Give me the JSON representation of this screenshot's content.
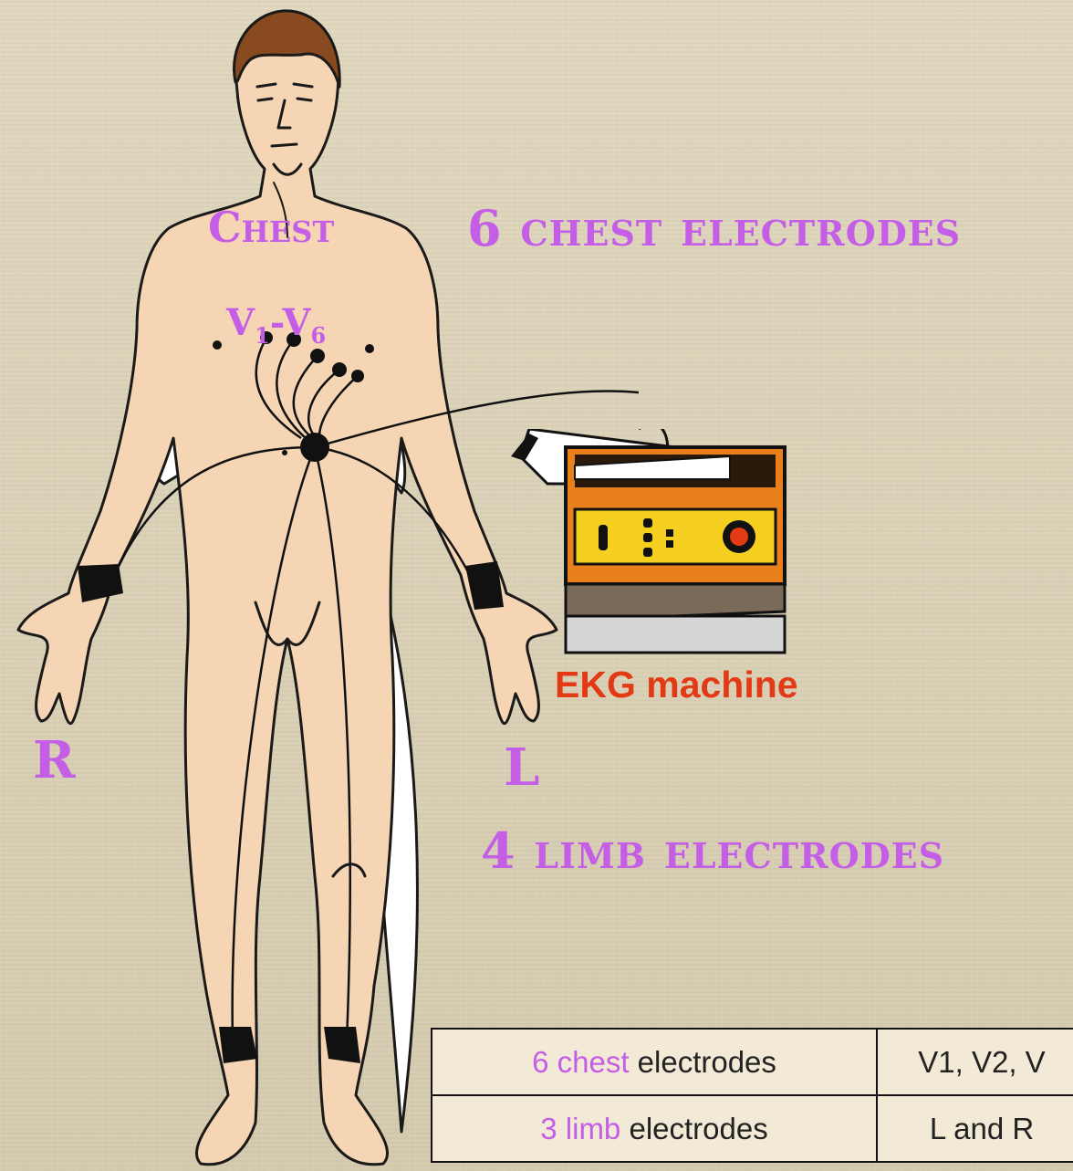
{
  "labels": {
    "chest_heading": "6 chest electrodes",
    "limb_heading": "4 limb electrodes",
    "chest": "Chest",
    "chest_leads": {
      "v": "V",
      "sub1": "1",
      "dash": "-",
      "sub6": "6"
    },
    "right": "R",
    "left": "L",
    "ekg": "EKG machine"
  },
  "table": {
    "rows": [
      {
        "count": "6",
        "colored": "chest",
        "plain": " electrodes",
        "value": "V1, V2, V"
      },
      {
        "count": "3",
        "colored": "limb",
        "plain": "  electrodes",
        "value": "L and R"
      }
    ]
  },
  "colors": {
    "label_purple": "#c45ee6",
    "ekg_red": "#e23a15",
    "skin": "#f5d5b3",
    "outline": "#1a1a1a",
    "machine_orange": "#e87f1a",
    "machine_yellow": "#f5d020"
  },
  "icons": {
    "figure": "human-figure-illustration",
    "machine": "ekg-machine-icon"
  }
}
